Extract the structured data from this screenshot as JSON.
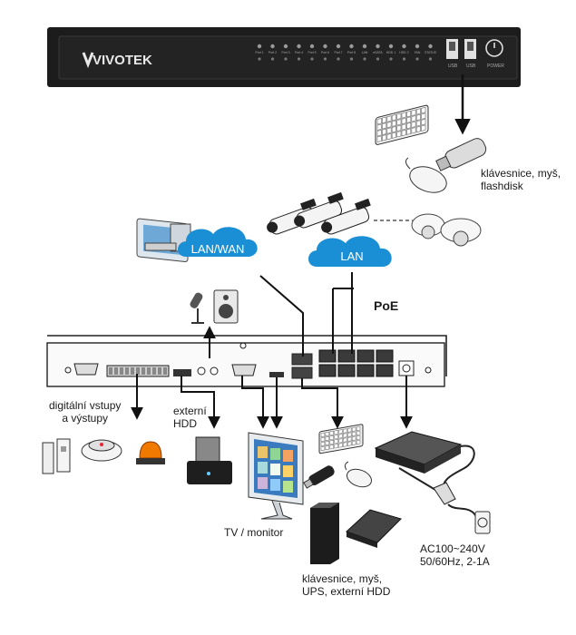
{
  "brand": {
    "logo_text": "VIVOTEK"
  },
  "front_panel": {
    "port_leds": [
      "Port 1",
      "Port 2",
      "Port 3",
      "Port 4",
      "Port 5",
      "Port 6",
      "Port 7",
      "Port 8",
      "LAN",
      "eSATA",
      "HDD 1",
      "HDD 2",
      "FAN",
      "STATUS"
    ],
    "usb_labels": [
      "USB",
      "USB"
    ],
    "power_label": "POWER"
  },
  "clouds": {
    "wan": "LAN/WAN",
    "lan": "LAN"
  },
  "labels": {
    "usb_devices": [
      "klávesnice, myš,",
      "flashdisk"
    ],
    "poe": "PoE",
    "digital_io": [
      "digitální vstupy",
      "a výstupy"
    ],
    "external_hdd": [
      "externí",
      "HDD"
    ],
    "monitor": "TV / monitor",
    "rear_usb_devices": [
      "klávesnice, myš,",
      "UPS, externí HDD"
    ],
    "power_spec": [
      "AC100~240V",
      "50/60Hz, 2-1A"
    ]
  },
  "colors": {
    "cloud": "#1a8fd6",
    "panel": "#1c1c1c",
    "line": "#111111"
  },
  "icons": [
    "keyboard-icon",
    "mouse-icon",
    "flash-drive-icon",
    "computer-icon",
    "bullet-camera-icon",
    "dome-camera-icon",
    "microphone-icon",
    "speaker-icon",
    "door-sensor-icon",
    "smoke-detector-icon",
    "alarm-light-icon",
    "hdd-dock-icon",
    "monitor-icon",
    "ups-icon",
    "external-hdd-icon",
    "power-adapter-icon",
    "power-plug-icon",
    "wall-socket-icon"
  ]
}
